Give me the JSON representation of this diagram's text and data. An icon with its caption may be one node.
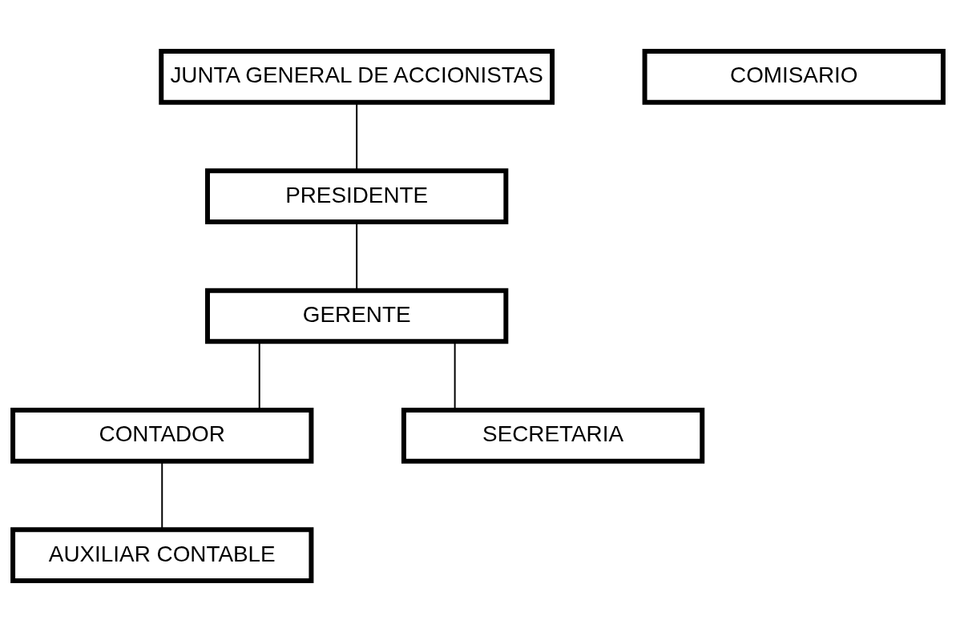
{
  "diagram": {
    "nodes": [
      {
        "text": [
          "JUNTA GENERAL DE ACCIONISTAS"
        ]
      },
      {
        "text": [
          "COMISARIO"
        ]
      },
      {
        "text": [
          "PRESIDENTE"
        ]
      },
      {
        "text": [
          "GERENTE"
        ]
      },
      {
        "text": [
          "CONTADOR"
        ]
      },
      {
        "text": [
          "AUXILIAR CONTABLE"
        ]
      },
      {
        "text": [
          "SECRETARIA"
        ]
      }
    ],
    "edges": [
      {
        "from": 0,
        "to": 2,
        "arrow": "none"
      },
      {
        "from": 2,
        "to": 3,
        "arrow": "none"
      },
      {
        "from": 3,
        "to": 4,
        "arrow": "none"
      },
      {
        "from": 3,
        "to": 6,
        "arrow": "none"
      },
      {
        "from": 4,
        "to": 5,
        "arrow": "none"
      }
    ]
  }
}
